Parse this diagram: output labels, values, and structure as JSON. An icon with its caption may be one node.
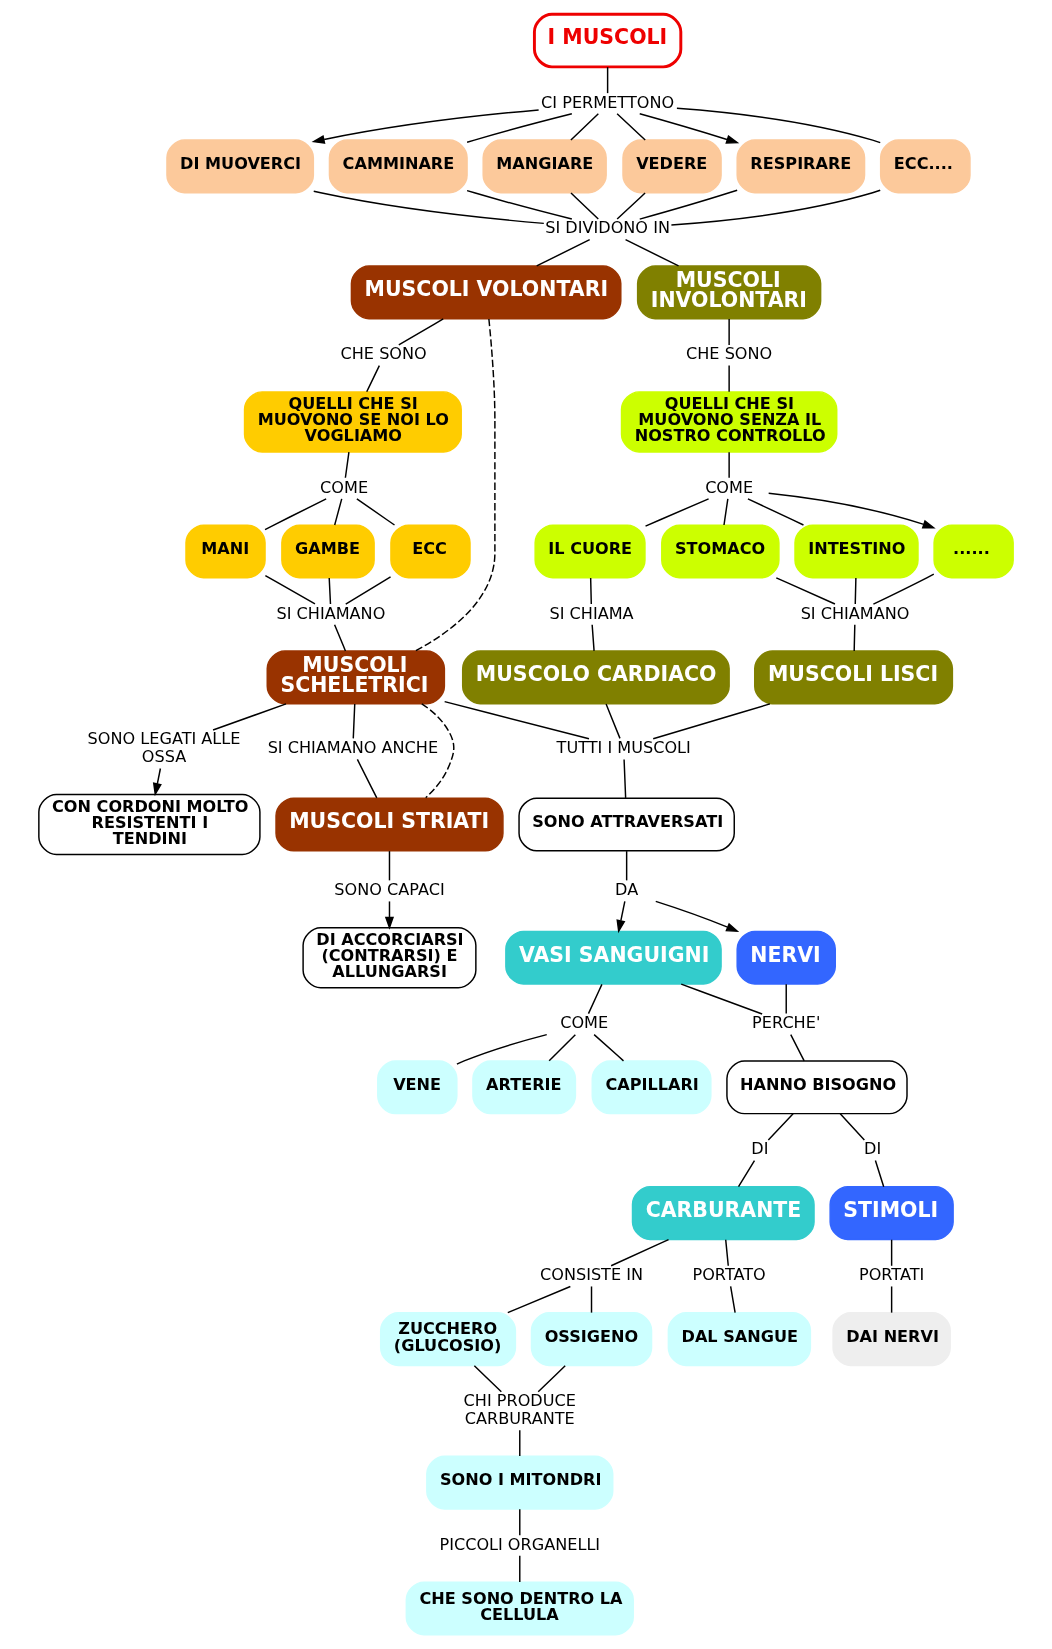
{
  "diagram": {
    "nodes": [
      {
        "text": [
          "I MUSCOLI"
        ]
      },
      {
        "text": [
          "CI PERMETTONO"
        ]
      },
      {
        "text": [
          "DI MUOVERCI"
        ]
      },
      {
        "text": [
          "CAMMINARE"
        ]
      },
      {
        "text": [
          "MANGIARE"
        ]
      },
      {
        "text": [
          "VEDERE"
        ]
      },
      {
        "text": [
          "RESPIRARE"
        ]
      },
      {
        "text": [
          "ECC...."
        ]
      },
      {
        "text": [
          "SI DIVIDONO IN"
        ]
      },
      {
        "text": [
          "MUSCOLI VOLONTARI"
        ]
      },
      {
        "text": [
          "MUSCOLI INVOLONTARI"
        ]
      },
      {
        "text": [
          "CHE SONO"
        ]
      },
      {
        "text": [
          "QUELLI CHE SI MUOVONO SE NOI LO VOGLIAMO"
        ]
      },
      {
        "text": [
          "CHE SONO"
        ]
      },
      {
        "text": [
          "QUELLI CHE SI MUOVONO SENZA IL NOSTRO CONTROLLO"
        ]
      },
      {
        "text": [
          "COME"
        ]
      },
      {
        "text": [
          "MANI"
        ]
      },
      {
        "text": [
          "GAMBE"
        ]
      },
      {
        "text": [
          "ECC"
        ]
      },
      {
        "text": [
          "COME"
        ]
      },
      {
        "text": [
          "IL CUORE"
        ]
      },
      {
        "text": [
          "STOMACO"
        ]
      },
      {
        "text": [
          "INTESTINO"
        ]
      },
      {
        "text": [
          "......"
        ]
      },
      {
        "text": [
          "SI CHIAMANO"
        ]
      },
      {
        "text": [
          "SI CHIAMA"
        ]
      },
      {
        "text": [
          "SI CHIAMANO"
        ]
      },
      {
        "text": [
          "MUSCOLI SCHELETRICI"
        ]
      },
      {
        "text": [
          "MUSCOLO CARDIACO"
        ]
      },
      {
        "text": [
          "MUSCOLI LISCI"
        ]
      },
      {
        "text": [
          "CON CORDONI MOLTO RESISTENTI I TENDINI"
        ]
      },
      {
        "text": [
          "SONO LEGATI ALLE OSSA"
        ]
      },
      {
        "text": [
          "SI CHIAMANO ANCHE"
        ]
      },
      {
        "text": [
          "TUTTI I MUSCOLI"
        ]
      },
      {
        "text": [
          "MUSCOLI STRIATI"
        ]
      },
      {
        "text": [
          "SONO CAPACI"
        ]
      },
      {
        "text": [
          "DI ACCORCIARSI (CONTRARSI) E ALLUNGARSI"
        ]
      },
      {
        "text": [
          "SONO ATTRAVERSATI"
        ]
      },
      {
        "text": [
          "DA"
        ]
      },
      {
        "text": [
          "VASI SANGUIGNI"
        ]
      },
      {
        "text": [
          "NERVI"
        ]
      },
      {
        "text": [
          "COME"
        ]
      },
      {
        "text": [
          "VENE"
        ]
      },
      {
        "text": [
          "ARTERIE"
        ]
      },
      {
        "text": [
          "CAPILLARI"
        ]
      },
      {
        "text": [
          "PERCHE'"
        ]
      },
      {
        "text": [
          "HANNO BISOGNO"
        ]
      },
      {
        "text": [
          "DI"
        ]
      },
      {
        "text": [
          "DI"
        ]
      },
      {
        "text": [
          "CARBURANTE"
        ]
      },
      {
        "text": [
          "STIMOLI"
        ]
      },
      {
        "text": [
          "CONSISTE IN"
        ]
      },
      {
        "text": [
          "ZUCCHERO (GLUCOSIO)"
        ]
      },
      {
        "text": [
          "OSSIGENO"
        ]
      },
      {
        "text": [
          "PORTATO"
        ]
      },
      {
        "text": [
          "PORTATI"
        ]
      },
      {
        "text": [
          "DAL SANGUE"
        ]
      },
      {
        "text": [
          "DAI NERVI"
        ]
      },
      {
        "text": [
          "CHI PRODUCE CARBURANTE"
        ]
      },
      {
        "text": [
          "SONO I MITONDRI"
        ]
      },
      {
        "text": [
          "PICCOLI ORGANELLI"
        ]
      },
      {
        "text": [
          "CHE SONO DENTRO LA CELLULA"
        ]
      }
    ],
    "edges": [
      {
        "from": 0,
        "to": 1,
        "arrow": "none"
      },
      {
        "from": 1,
        "to": 2,
        "arrow": "to"
      },
      {
        "from": 1,
        "to": 3,
        "arrow": "none"
      },
      {
        "from": 1,
        "to": 4,
        "arrow": "none"
      },
      {
        "from": 1,
        "to": 5,
        "arrow": "none"
      },
      {
        "from": 1,
        "to": 6,
        "arrow": "to"
      },
      {
        "from": 1,
        "to": 7,
        "arrow": "none"
      },
      {
        "from": 2,
        "to": 8,
        "arrow": "none"
      },
      {
        "from": 3,
        "to": 8,
        "arrow": "none"
      },
      {
        "from": 4,
        "to": 8,
        "arrow": "none"
      },
      {
        "from": 5,
        "to": 8,
        "arrow": "none"
      },
      {
        "from": 6,
        "to": 8,
        "arrow": "none"
      },
      {
        "from": 7,
        "to": 8,
        "arrow": "none"
      },
      {
        "from": 8,
        "to": 9,
        "arrow": "none"
      },
      {
        "from": 8,
        "to": 10,
        "arrow": "none"
      },
      {
        "from": 9,
        "to": 11,
        "arrow": "none"
      },
      {
        "from": 11,
        "to": 12,
        "arrow": "none"
      },
      {
        "from": 10,
        "to": 13,
        "arrow": "none"
      },
      {
        "from": 13,
        "to": 14,
        "arrow": "none"
      },
      {
        "from": 12,
        "to": 15,
        "arrow": "none"
      },
      {
        "from": 15,
        "to": 16,
        "arrow": "none"
      },
      {
        "from": 15,
        "to": 17,
        "arrow": "none"
      },
      {
        "from": 15,
        "to": 18,
        "arrow": "none"
      },
      {
        "from": 14,
        "to": 19,
        "arrow": "none"
      },
      {
        "from": 19,
        "to": 20,
        "arrow": "none"
      },
      {
        "from": 19,
        "to": 21,
        "arrow": "none"
      },
      {
        "from": 19,
        "to": 22,
        "arrow": "none"
      },
      {
        "from": 19,
        "to": 23,
        "arrow": "to"
      },
      {
        "from": 16,
        "to": 24,
        "arrow": "none"
      },
      {
        "from": 17,
        "to": 24,
        "arrow": "none"
      },
      {
        "from": 18,
        "to": 24,
        "arrow": "none"
      },
      {
        "from": 24,
        "to": 27,
        "arrow": "none"
      },
      {
        "from": 20,
        "to": 25,
        "arrow": "none"
      },
      {
        "from": 25,
        "to": 28,
        "arrow": "none"
      },
      {
        "from": 21,
        "to": 26,
        "arrow": "none"
      },
      {
        "from": 22,
        "to": 26,
        "arrow": "none"
      },
      {
        "from": 23,
        "to": 26,
        "arrow": "none"
      },
      {
        "from": 26,
        "to": 29,
        "arrow": "none"
      },
      {
        "from": 9,
        "to": 27,
        "arrow": "none",
        "style": "dashed"
      },
      {
        "from": 27,
        "to": 31,
        "arrow": "none"
      },
      {
        "from": 31,
        "to": 30,
        "arrow": "to"
      },
      {
        "from": 27,
        "to": 32,
        "arrow": "none"
      },
      {
        "from": 32,
        "to": 34,
        "arrow": "none"
      },
      {
        "from": 27,
        "to": 34,
        "arrow": "none",
        "style": "dashed"
      },
      {
        "from": 27,
        "to": 33,
        "arrow": "none"
      },
      {
        "from": 28,
        "to": 33,
        "arrow": "none"
      },
      {
        "from": 29,
        "to": 33,
        "arrow": "none"
      },
      {
        "from": 34,
        "to": 35,
        "arrow": "none"
      },
      {
        "from": 35,
        "to": 36,
        "arrow": "to"
      },
      {
        "from": 33,
        "to": 37,
        "arrow": "none"
      },
      {
        "from": 37,
        "to": 38,
        "arrow": "none"
      },
      {
        "from": 38,
        "to": 39,
        "arrow": "to"
      },
      {
        "from": 38,
        "to": 40,
        "arrow": "to"
      },
      {
        "from": 39,
        "to": 41,
        "arrow": "none"
      },
      {
        "from": 41,
        "to": 42,
        "arrow": "none"
      },
      {
        "from": 41,
        "to": 43,
        "arrow": "none"
      },
      {
        "from": 41,
        "to": 44,
        "arrow": "none"
      },
      {
        "from": 39,
        "to": 45,
        "arrow": "none"
      },
      {
        "from": 40,
        "to": 45,
        "arrow": "none"
      },
      {
        "from": 45,
        "to": 46,
        "arrow": "none"
      },
      {
        "from": 46,
        "to": 47,
        "arrow": "none"
      },
      {
        "from": 46,
        "to": 48,
        "arrow": "none"
      },
      {
        "from": 47,
        "to": 49,
        "arrow": "none"
      },
      {
        "from": 48,
        "to": 50,
        "arrow": "none"
      },
      {
        "from": 49,
        "to": 51,
        "arrow": "none"
      },
      {
        "from": 51,
        "to": 52,
        "arrow": "none"
      },
      {
        "from": 51,
        "to": 53,
        "arrow": "none"
      },
      {
        "from": 49,
        "to": 54,
        "arrow": "none"
      },
      {
        "from": 54,
        "to": 56,
        "arrow": "none"
      },
      {
        "from": 50,
        "to": 55,
        "arrow": "none"
      },
      {
        "from": 55,
        "to": 57,
        "arrow": "none"
      },
      {
        "from": 52,
        "to": 58,
        "arrow": "none"
      },
      {
        "from": 53,
        "to": 58,
        "arrow": "none"
      },
      {
        "from": 58,
        "to": 59,
        "arrow": "none"
      },
      {
        "from": 59,
        "to": 60,
        "arrow": "none"
      },
      {
        "from": 60,
        "to": 61,
        "arrow": "none"
      }
    ]
  }
}
